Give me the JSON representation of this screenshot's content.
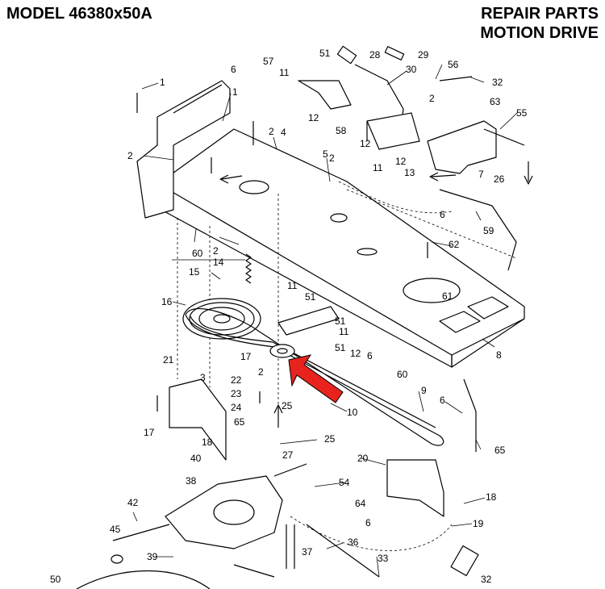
{
  "header": {
    "model": "MODEL 46380x50A",
    "title_line1": "REPAIR PARTS",
    "title_line2": "MOTION DRIVE"
  },
  "callouts": [
    "1",
    "1",
    "2",
    "2",
    "2",
    "2",
    "2",
    "2",
    "3",
    "4",
    "5",
    "6",
    "6",
    "6",
    "6",
    "6",
    "7",
    "8",
    "9",
    "10",
    "11",
    "11",
    "11",
    "11",
    "12",
    "12",
    "12",
    "12",
    "13",
    "14",
    "15",
    "16",
    "17",
    "17",
    "18",
    "18",
    "19",
    "20",
    "21",
    "22",
    "23",
    "24",
    "25",
    "25",
    "26",
    "27",
    "28",
    "29",
    "30",
    "32",
    "32",
    "33",
    "36",
    "37",
    "38",
    "39",
    "40",
    "42",
    "45",
    "50",
    "51",
    "51",
    "51",
    "51",
    "54",
    "55",
    "56",
    "57",
    "58",
    "59",
    "60",
    "60",
    "61",
    "62",
    "63",
    "64",
    "65"
  ],
  "colors": {
    "line": "#000000",
    "arrow": "#e8231d",
    "background": "#ffffff"
  }
}
